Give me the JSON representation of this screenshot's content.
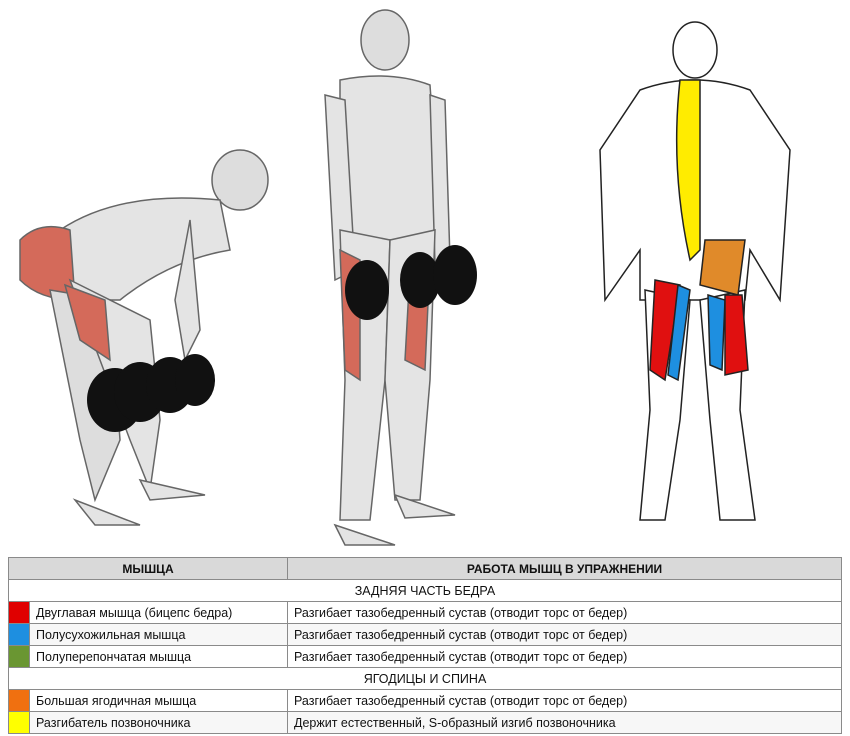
{
  "table": {
    "headers": {
      "muscle": "МЫШЦА",
      "function": "РАБОТА МЫШЦ В УПРАЖНЕНИИ"
    },
    "sections": [
      {
        "title": "ЗАДНЯЯ ЧАСТЬ БЕДРА",
        "rows": [
          {
            "color": "#e00000",
            "muscle": "Двуглавая мышца (бицепс бедра)",
            "function": "Разгибает тазобедренный сустав (отводит торс от бедер)"
          },
          {
            "color": "#1e8fe0",
            "muscle": "Полусухожильная мышца",
            "function": "Разгибает тазобедренный сустав (отводит торс от бедер)"
          },
          {
            "color": "#6a9632",
            "muscle": "Полуперепончатая мышца",
            "function": "Разгибает тазобедренный сустав (отводит торс от бедер)"
          }
        ]
      },
      {
        "title": "ЯГОДИЦЫ И СПИНА",
        "rows": [
          {
            "color": "#f07010",
            "muscle": "Большая ягодичная мышца",
            "function": "Разгибает тазобедренный сустав (отводит торс от бедер)"
          },
          {
            "color": "#ffff00",
            "muscle": "Разгибатель позвоночника",
            "function": "Держит естественный, S-образный изгиб позвоночника"
          }
        ]
      }
    ]
  }
}
